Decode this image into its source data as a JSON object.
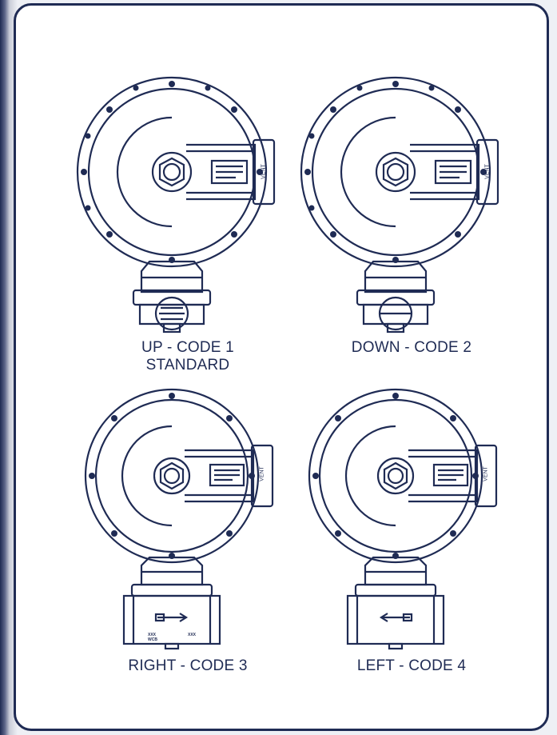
{
  "colors": {
    "line": "#1f2b54",
    "frame": "#1f2b54",
    "background": "#ffffff"
  },
  "regulators": [
    {
      "id": "up",
      "caption_line1": "UP - CODE 1",
      "caption_line2": "STANDARD",
      "vent_label": "VENT",
      "body": "up"
    },
    {
      "id": "down",
      "caption_line1": "DOWN - CODE 2",
      "caption_line2": "",
      "vent_label": "VENT",
      "body": "down"
    },
    {
      "id": "right",
      "caption_line1": "RIGHT - CODE 3",
      "caption_line2": "",
      "vent_label": "VENT",
      "body": "right",
      "body_marks": [
        "XXX",
        "WCB",
        "XXX"
      ]
    },
    {
      "id": "left",
      "caption_line1": "LEFT - CODE 4",
      "caption_line2": "",
      "vent_label": "VENT",
      "body": "left"
    }
  ]
}
